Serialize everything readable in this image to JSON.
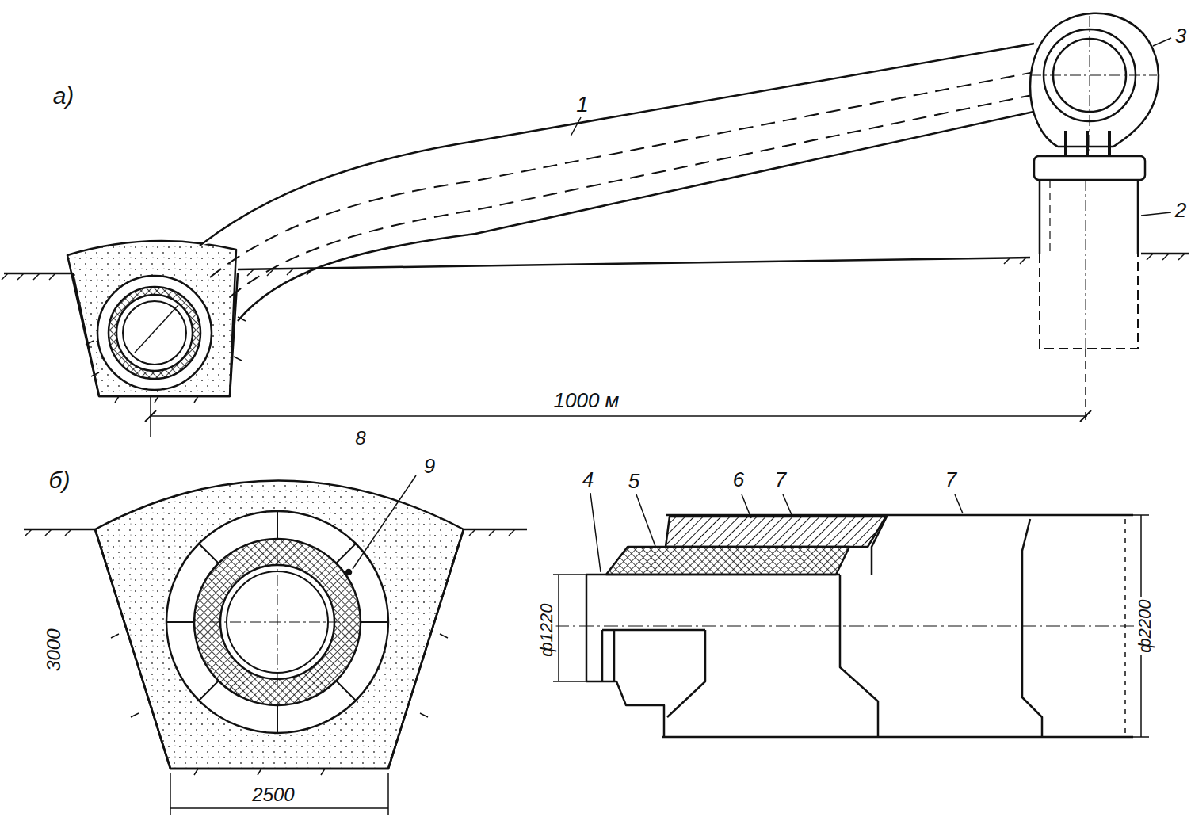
{
  "diagram": {
    "labels": [
      "а)",
      "1",
      "3",
      "2",
      "1000 м",
      "8",
      "б)",
      "9",
      "4",
      "5",
      "6",
      "7",
      "7",
      "3000",
      "2500",
      "ф1220",
      "ф2200"
    ]
  }
}
